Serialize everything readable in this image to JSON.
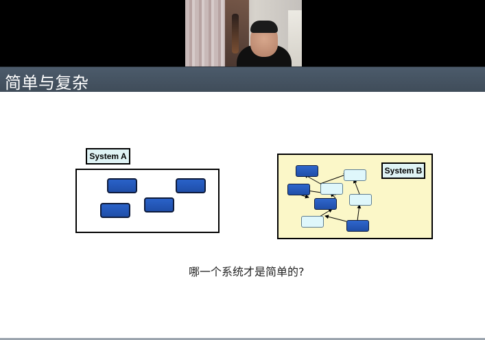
{
  "slide": {
    "title": "简单与复杂",
    "system_a_label": "System A",
    "system_b_label": "System B",
    "question": "哪一个系统才是简单的?"
  },
  "colors": {
    "title_bar": "#44515f",
    "dark_node": "#2457b8",
    "light_node": "#dff7fb",
    "system_b_background": "#fbf7c8",
    "label_background": "#dff3f5"
  }
}
